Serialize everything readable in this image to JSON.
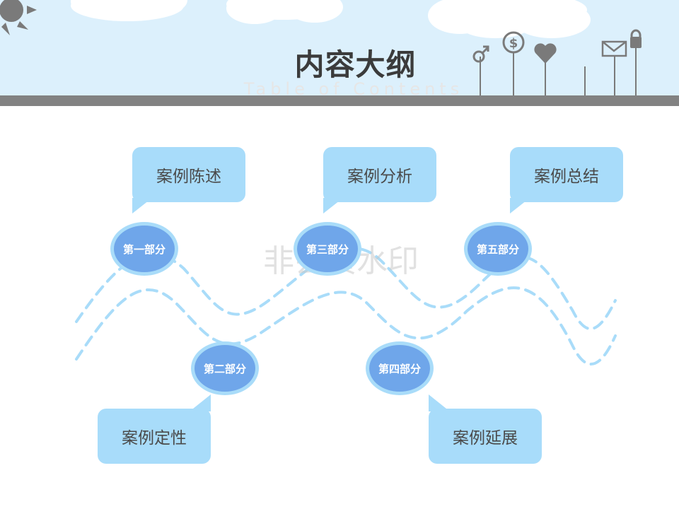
{
  "header": {
    "title": "内容大纲",
    "subtitle": "Table of Contents"
  },
  "watermark": "非会员水印",
  "sections": [
    {
      "node_label": "第一部分",
      "bubble_label": "案例陈述"
    },
    {
      "node_label": "第二部分",
      "bubble_label": "案例定性"
    },
    {
      "node_label": "第三部分",
      "bubble_label": "案例分析"
    },
    {
      "node_label": "第四部分",
      "bubble_label": "案例延展"
    },
    {
      "node_label": "第五部分",
      "bubble_label": "案例总结"
    }
  ],
  "decorations": [
    "sun-icon",
    "cloud",
    "male-symbol-icon",
    "dollar-coin-icon",
    "heart-icon",
    "envelope-icon",
    "padlock-icon"
  ],
  "colors": {
    "sky": "#dcf0fc",
    "bar": "#828282",
    "bubble": "#a8dcfa",
    "node_fill": "#6fa6ea",
    "node_ring": "#a9dcf9",
    "wave": "#a9dcf9"
  }
}
